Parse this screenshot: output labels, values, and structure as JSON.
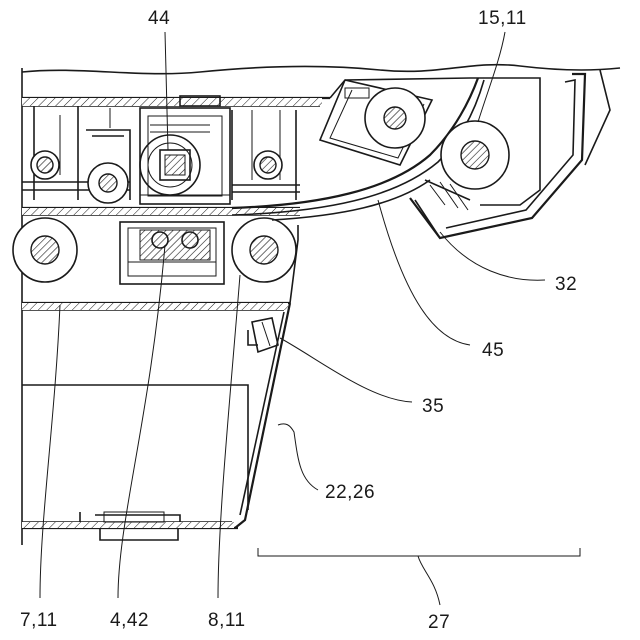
{
  "labels": {
    "ref_44": "44",
    "ref_15_11": "15,11",
    "ref_32": "32",
    "ref_45": "45",
    "ref_35": "35",
    "ref_22_26": "22,26",
    "ref_7_11": "7,11",
    "ref_4_42": "4,42",
    "ref_8_11": "8,11",
    "ref_27": "27"
  }
}
